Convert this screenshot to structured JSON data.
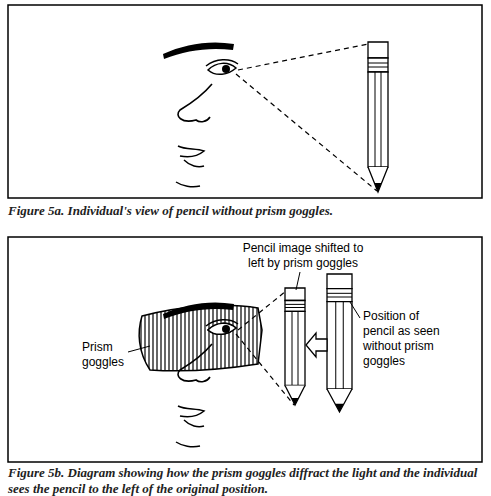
{
  "diagram": {
    "labels": [
      "Figure 5a. Individual's view of pencil without prism goggles.",
      "Pencil image shifted to left by prism goggles",
      "Prism goggles",
      "Position of pencil as seen without prism goggles",
      "Figure 5b. Diagram showing how the prism goggles diffract the light and the individual sees the pencil to the left of the original position."
    ]
  }
}
